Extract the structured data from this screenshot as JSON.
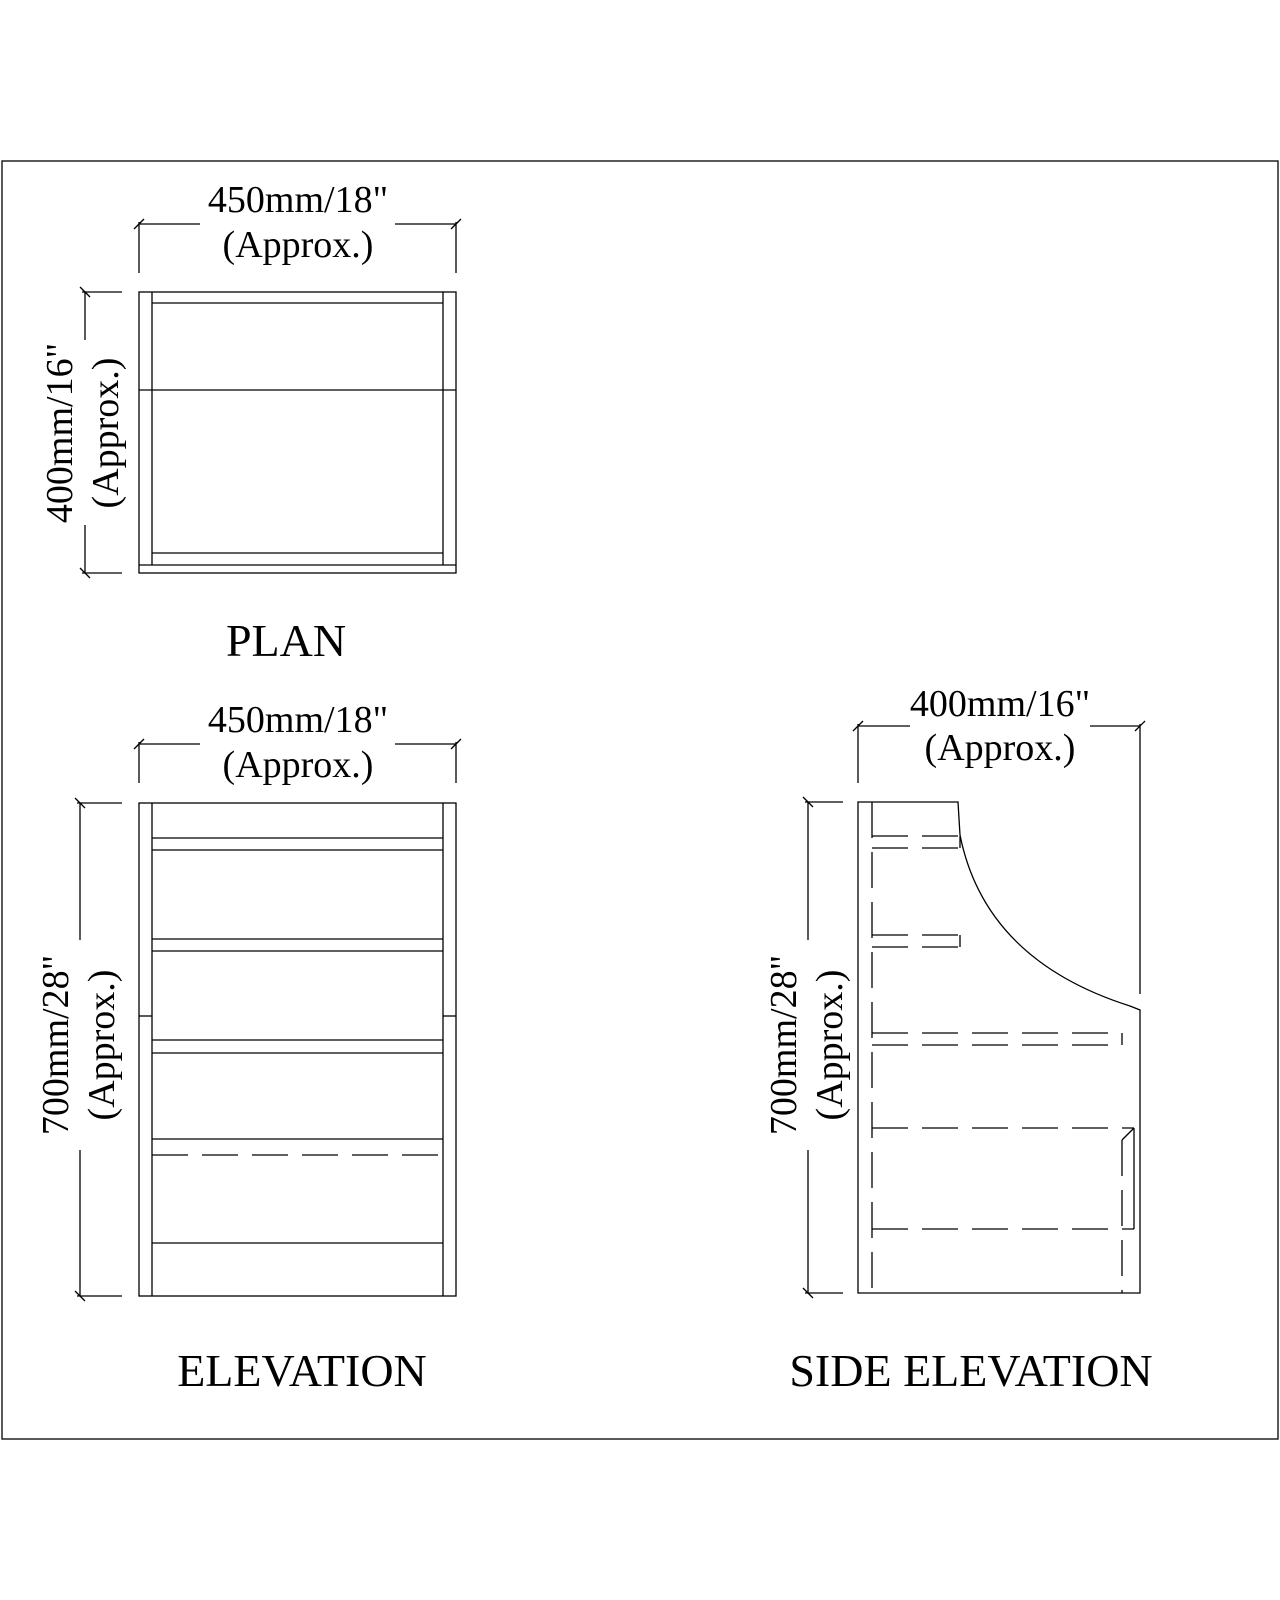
{
  "plan": {
    "title": "PLAN",
    "width_dim": "450mm/18\"",
    "width_note": "(Approx.)",
    "depth_dim": "400mm/16\"",
    "depth_note": "(Approx.)"
  },
  "elevation": {
    "title": "ELEVATION",
    "width_dim": "450mm/18\"",
    "width_note": "(Approx.)",
    "height_dim": "700mm/28\"",
    "height_note": "(Approx.)"
  },
  "side_elevation": {
    "title": "SIDE ELEVATION",
    "depth_dim": "400mm/16\"",
    "depth_note": "(Approx.)",
    "height_dim": "700mm/28\"",
    "height_note": "(Approx.)"
  }
}
